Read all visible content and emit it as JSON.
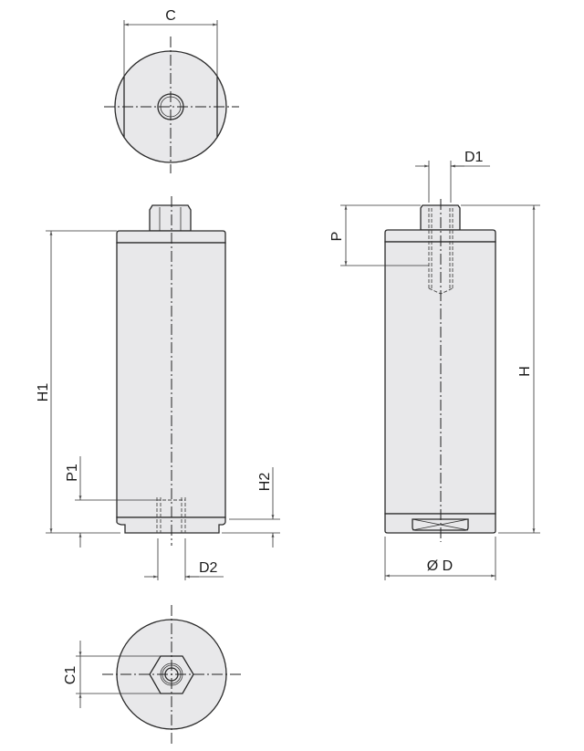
{
  "drawing": {
    "type": "technical-drawing",
    "views": [
      "top-view",
      "side-view",
      "front-view-section",
      "bottom-view"
    ],
    "colors": {
      "body_fill": "#e8e8ea",
      "line": "#2a2a2a",
      "background": "#ffffff"
    }
  },
  "dimensions": {
    "c": "C",
    "h1": "H1",
    "p1": "P1",
    "h2": "H2",
    "d2": "D2",
    "c1": "C1",
    "d1": "D1",
    "p": "P",
    "h": "H",
    "od": "Ø D"
  }
}
